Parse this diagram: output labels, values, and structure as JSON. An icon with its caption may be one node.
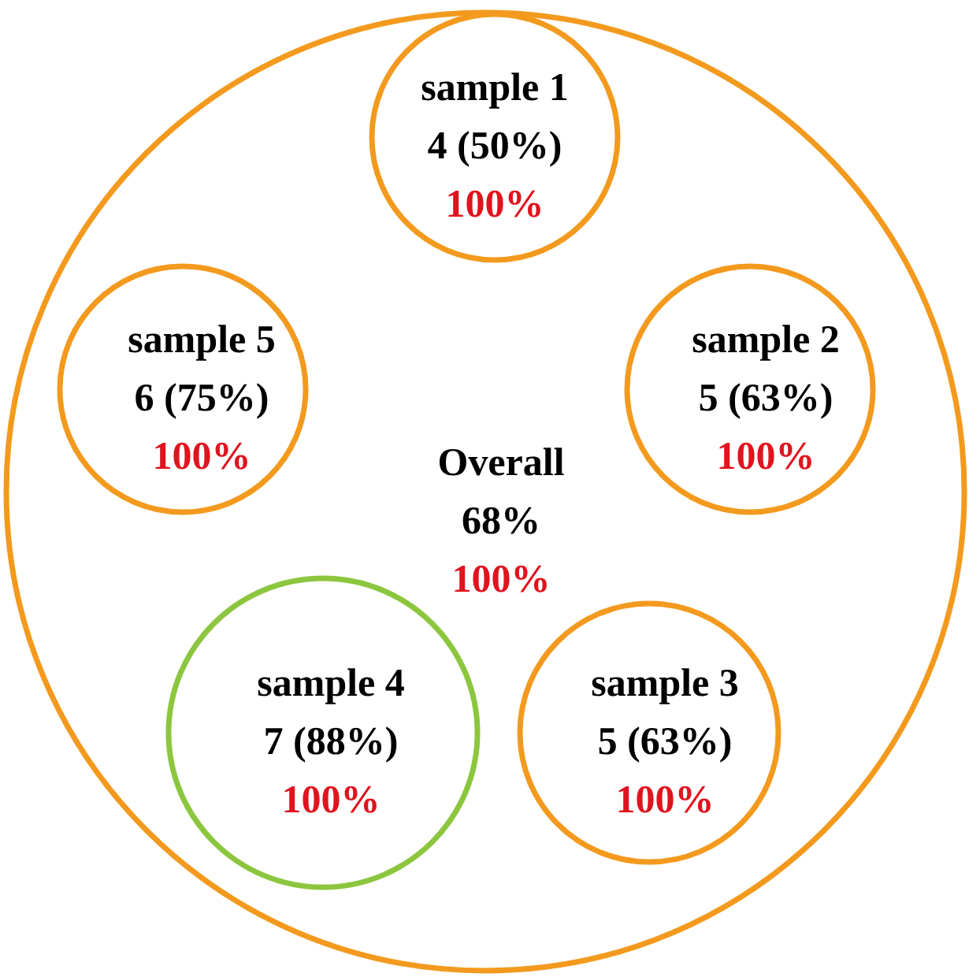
{
  "diagram": {
    "nodes": [
      {
        "text": [
          "Overall",
          "68%",
          "100%"
        ]
      },
      {
        "text": [
          "sample 1",
          "4 (50%)",
          "100%"
        ],
        "in": 0
      },
      {
        "text": [
          "sample 5",
          "6 (75%)",
          "100%"
        ],
        "in": 0
      },
      {
        "text": [
          "sample 2",
          "5 (63%)",
          "100%"
        ],
        "in": 0
      },
      {
        "text": [
          "sample 4",
          "7 (88%)",
          "100%"
        ],
        "in": 0
      },
      {
        "text": [
          "sample 3",
          "5 (63%)",
          "100%"
        ],
        "in": 0
      }
    ]
  }
}
